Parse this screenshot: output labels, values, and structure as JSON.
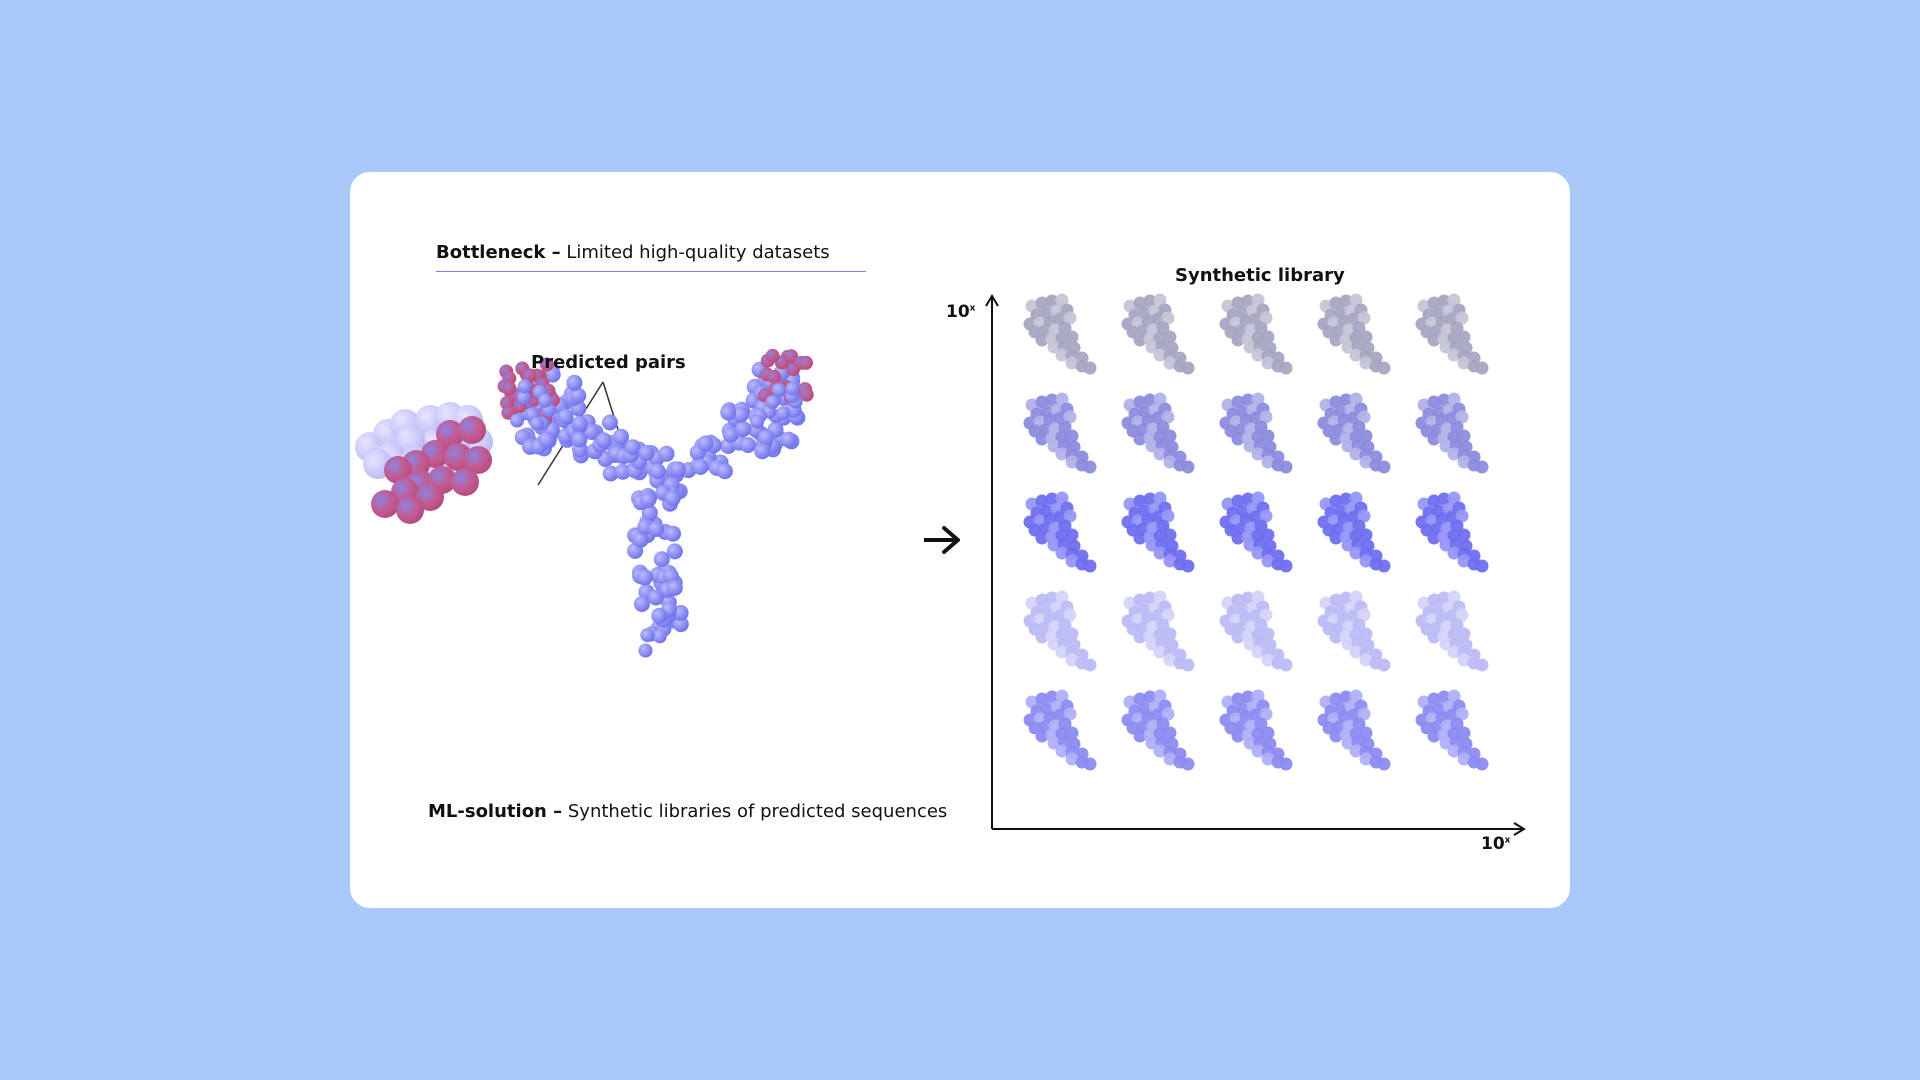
{
  "header": {
    "bold": "Bottleneck –",
    "text": " Limited high-quality datasets"
  },
  "footer": {
    "bold": "ML-solution –",
    "text": " Synthetic libraries of predicted sequences"
  },
  "labels": {
    "predicted_pairs": "Predicted pairs",
    "synthetic_library": "Synthetic library",
    "y_axis": "10",
    "y_axis_sup": "x",
    "x_axis": "10",
    "x_axis_sup": "x"
  },
  "library": {
    "rows": 5,
    "cols": 5,
    "row_colors": [
      [
        "#a7a6c2",
        "#c6c5d7"
      ],
      [
        "#8d8cde",
        "#b3b2ea"
      ],
      [
        "#6f6ff0",
        "#9696f8"
      ],
      [
        "#bcbcf6",
        "#d4d3fa"
      ],
      [
        "#8c8cf2",
        "#b0b0f8"
      ]
    ]
  },
  "colors": {
    "background": "#aac8f9",
    "card": "#ffffff",
    "accent_line": "#7b7ef0",
    "protein_blue": "#8a8cf5",
    "protein_pink": "#c45a8e",
    "protein_lavender": "#c9c7fa"
  }
}
